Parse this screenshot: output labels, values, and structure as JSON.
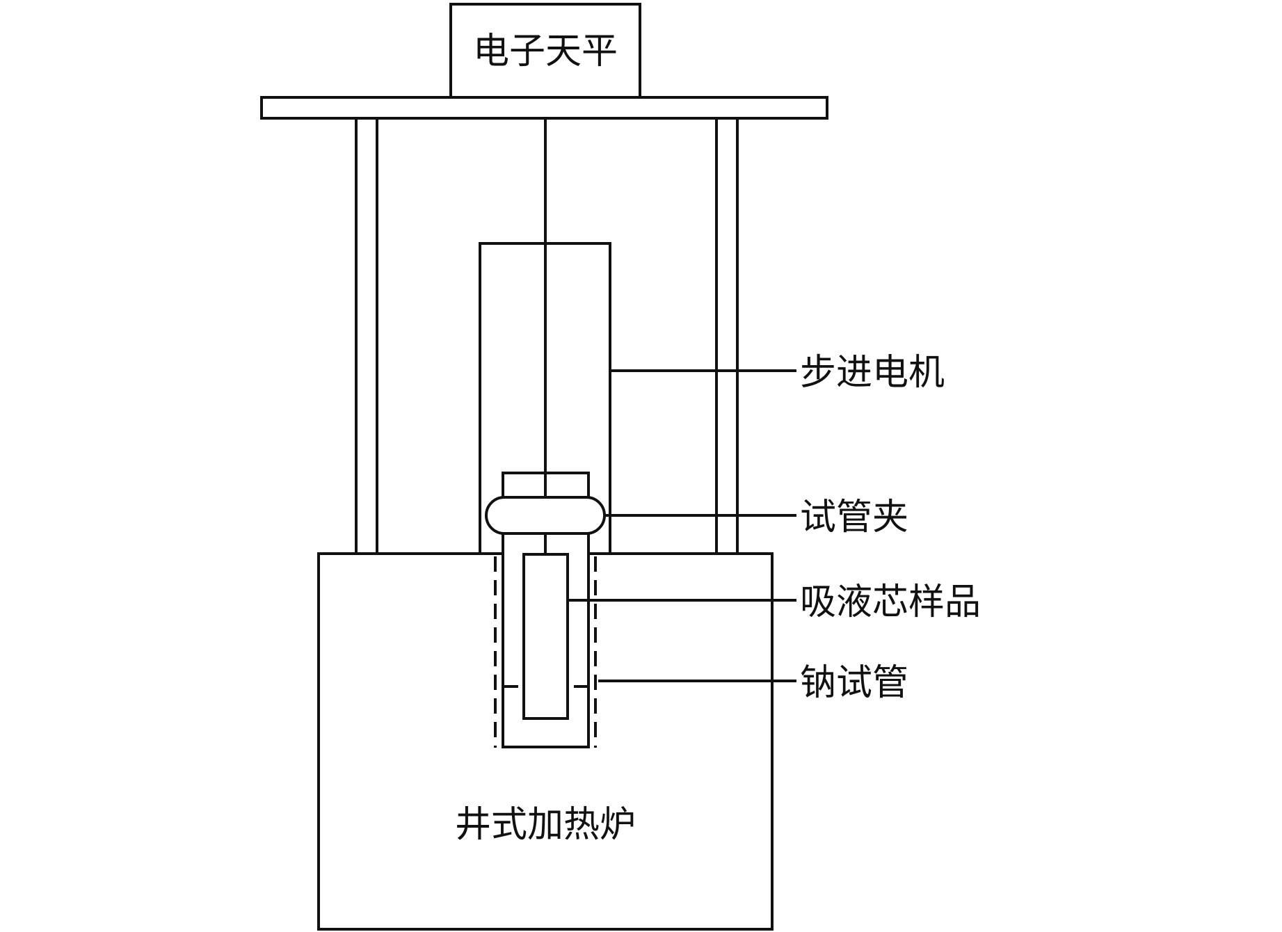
{
  "labels": {
    "balance": "电子天平",
    "stepper_motor": "步进电机",
    "tube_clamp": "试管夹",
    "wick_sample": "吸液芯样品",
    "sodium_tube": "钠试管",
    "furnace": "井式加热炉"
  },
  "colors": {
    "line": "#111111",
    "background": "#ffffff"
  }
}
